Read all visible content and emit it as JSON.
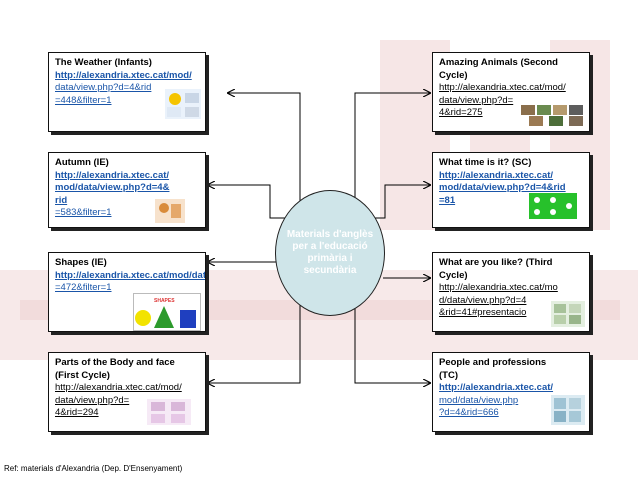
{
  "center": {
    "text": "Materials d'anglès per a l'educació primària i secundària"
  },
  "footer": {
    "text": "Ref: materials d'Alexandria (Dep. D'Ensenyament)"
  },
  "left_boxes": [
    {
      "title": "The Weather (Infants)",
      "l1": "http://alexandria.xtec.cat/mod/",
      "l2": "data/view.php?d=4&rid",
      "l3": "=448&filter=1",
      "l4": ""
    },
    {
      "title": "Autumn (IE)",
      "l1": "http://alexandria.xtec.cat/",
      "l2": "mod/data/view.php?d=4&",
      "l3": "rid",
      "l4": "=583&filter=1"
    },
    {
      "title": "Shapes (IE)",
      "l1": "http://alexandria.xtec.cat/mod/data/view.php?d=4&rid",
      "l2": "=472&filter=1",
      "l3": "",
      "l4": ""
    },
    {
      "title": "Parts of the Body and face",
      "title2": "(First Cycle)",
      "l1": "http://alexandria.xtec.cat/mod/",
      "l2": "data/view.php?d=",
      "l3": "4&rid=294",
      "l4": ""
    }
  ],
  "right_boxes": [
    {
      "title": "Amazing Animals (Second",
      "title2": "Cycle)",
      "l1": "http://alexandria.xtec.cat/mod/",
      "l2": "data/view.php?d=",
      "l3": "4&rid=275"
    },
    {
      "title": "What time is it? (SC)",
      "title2": "",
      "l1": "http://alexandria.xtec.cat/",
      "l2": "mod/data/view.php?d=4&rid",
      "l3": "=81"
    },
    {
      "title": "What are you like? (Third",
      "title2": "Cycle)",
      "l1": "http://alexandria.xtec.cat/mo",
      "l2": "d/data/view.php?d=4",
      "l3": "&rid=41#presentacio"
    },
    {
      "title": "People and professions",
      "title2": "(TC)",
      "l1": "http://alexandria.xtec.cat/",
      "l2": "mod/data/view.php",
      "l3": "?d=4&rid=666"
    }
  ],
  "thumbs": {
    "shapes_label": "SHAPES"
  },
  "colors": {
    "link": "#1a55a8",
    "circle": "#cfe5e9",
    "watermark": "#f3dede"
  }
}
